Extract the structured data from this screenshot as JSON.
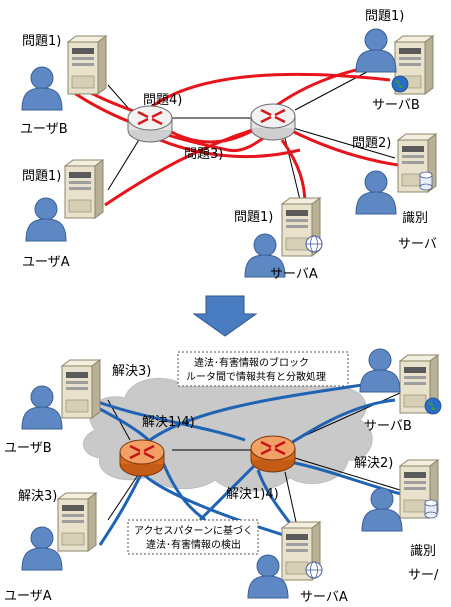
{
  "top": {
    "labels": {
      "problem1_userB": "問題1)",
      "problem1_serverB": "問題1)",
      "problem4": "問題4)",
      "problem3": "問題3)",
      "problem2": "問題2)",
      "problem1_userA": "問題1)",
      "problem1_serverA": "問題1)",
      "userB": "ユーザB",
      "serverB": "サーバB",
      "identification": "識別",
      "identification_server": "サーバ",
      "userA": "ユーザA",
      "serverA": "サーバA"
    },
    "colors": {
      "attack_line": "#e8141c",
      "link": "#000000"
    }
  },
  "arrow": {
    "icon": "down-arrow-icon",
    "color": "#3f6fb5"
  },
  "bottom": {
    "labels": {
      "solution3_top": "解決3)",
      "solution14_left": "解決1)4)",
      "solution14_right": "解決1)4)",
      "solution2": "解決2)",
      "solution3_bottom": "解決3)",
      "userB": "ユーザB",
      "serverB": "サーバB",
      "identification": "識別",
      "identification_server": "サー/",
      "userA": "ユーザA",
      "serverA": "サーバA"
    },
    "notes": {
      "block_line1": "違法･有害情報のブロック",
      "block_line2": "ルータ間で情報共有と分散処理",
      "detect_line1": "アクセスパターンに基づく",
      "detect_line2": "違法･有害情報の検出"
    },
    "colors": {
      "flow_line": "#1e63b4",
      "cloud": "#c9c9c9",
      "router": "#e07a2e"
    }
  }
}
